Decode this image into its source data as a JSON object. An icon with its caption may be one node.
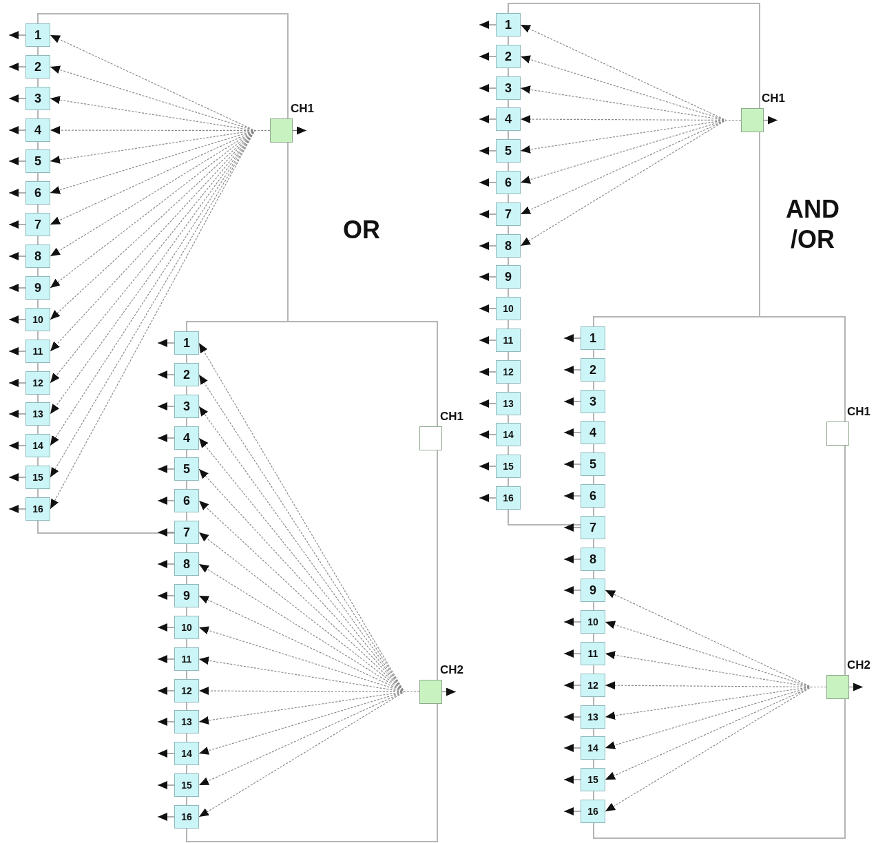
{
  "diagram": {
    "nodes": [
      {
        "text": [
          "1"
        ]
      },
      {
        "text": [
          "2"
        ]
      },
      {
        "text": [
          "3"
        ]
      },
      {
        "text": [
          "4"
        ]
      },
      {
        "text": [
          "5"
        ]
      },
      {
        "text": [
          "6"
        ]
      },
      {
        "text": [
          "7"
        ]
      },
      {
        "text": [
          "8"
        ]
      },
      {
        "text": [
          "9"
        ]
      },
      {
        "text": [
          "10"
        ]
      },
      {
        "text": [
          "11"
        ]
      },
      {
        "text": [
          "12"
        ]
      },
      {
        "text": [
          "13"
        ]
      },
      {
        "text": [
          "14"
        ]
      },
      {
        "text": [
          "15"
        ]
      },
      {
        "text": [
          "16"
        ]
      },
      {
        "text": [
          "CH1"
        ]
      },
      {
        "text": [
          "1"
        ]
      },
      {
        "text": [
          "2"
        ]
      },
      {
        "text": [
          "3"
        ]
      },
      {
        "text": [
          "4"
        ]
      },
      {
        "text": [
          "5"
        ]
      },
      {
        "text": [
          "6"
        ]
      },
      {
        "text": [
          "7"
        ]
      },
      {
        "text": [
          "8"
        ]
      },
      {
        "text": [
          "9"
        ]
      },
      {
        "text": [
          "10"
        ]
      },
      {
        "text": [
          "11"
        ]
      },
      {
        "text": [
          "12"
        ]
      },
      {
        "text": [
          "13"
        ]
      },
      {
        "text": [
          "14"
        ]
      },
      {
        "text": [
          "15"
        ]
      },
      {
        "text": [
          "16"
        ]
      },
      {
        "text": [
          "CH1"
        ]
      },
      {
        "text": [
          "CH2"
        ]
      },
      {
        "text": [
          "1"
        ]
      },
      {
        "text": [
          "2"
        ]
      },
      {
        "text": [
          "3"
        ]
      },
      {
        "text": [
          "4"
        ]
      },
      {
        "text": [
          "5"
        ]
      },
      {
        "text": [
          "6"
        ]
      },
      {
        "text": [
          "7"
        ]
      },
      {
        "text": [
          "8"
        ]
      },
      {
        "text": [
          "9"
        ]
      },
      {
        "text": [
          "10"
        ]
      },
      {
        "text": [
          "11"
        ]
      },
      {
        "text": [
          "12"
        ]
      },
      {
        "text": [
          "13"
        ]
      },
      {
        "text": [
          "14"
        ]
      },
      {
        "text": [
          "15"
        ]
      },
      {
        "text": [
          "16"
        ]
      },
      {
        "text": [
          "CH1"
        ]
      },
      {
        "text": [
          "1"
        ]
      },
      {
        "text": [
          "2"
        ]
      },
      {
        "text": [
          "3"
        ]
      },
      {
        "text": [
          "4"
        ]
      },
      {
        "text": [
          "5"
        ]
      },
      {
        "text": [
          "6"
        ]
      },
      {
        "text": [
          "7"
        ]
      },
      {
        "text": [
          "8"
        ]
      },
      {
        "text": [
          "9"
        ]
      },
      {
        "text": [
          "10"
        ]
      },
      {
        "text": [
          "11"
        ]
      },
      {
        "text": [
          "12"
        ]
      },
      {
        "text": [
          "13"
        ]
      },
      {
        "text": [
          "14"
        ]
      },
      {
        "text": [
          "15"
        ]
      },
      {
        "text": [
          "16"
        ]
      },
      {
        "text": [
          "CH1"
        ]
      },
      {
        "text": [
          "CH2"
        ]
      }
    ],
    "edges": [
      {
        "from": 0,
        "to": null,
        "arrow": "to"
      },
      {
        "from": 1,
        "to": null,
        "arrow": "to"
      },
      {
        "from": 2,
        "to": null,
        "arrow": "to"
      },
      {
        "from": 3,
        "to": null,
        "arrow": "to"
      },
      {
        "from": 4,
        "to": null,
        "arrow": "to"
      },
      {
        "from": 5,
        "to": null,
        "arrow": "to"
      },
      {
        "from": 6,
        "to": null,
        "arrow": "to"
      },
      {
        "from": 7,
        "to": null,
        "arrow": "to"
      },
      {
        "from": 8,
        "to": null,
        "arrow": "to"
      },
      {
        "from": 9,
        "to": null,
        "arrow": "to"
      },
      {
        "from": 10,
        "to": null,
        "arrow": "to"
      },
      {
        "from": 11,
        "to": null,
        "arrow": "to"
      },
      {
        "from": 12,
        "to": null,
        "arrow": "to"
      },
      {
        "from": 13,
        "to": null,
        "arrow": "to"
      },
      {
        "from": 14,
        "to": null,
        "arrow": "to"
      },
      {
        "from": 15,
        "to": null,
        "arrow": "to"
      },
      {
        "from": 16,
        "to": null,
        "arrow": "to"
      },
      {
        "from": 16,
        "to": 0,
        "arrow": "to",
        "style": "dashed"
      },
      {
        "from": 16,
        "to": 1,
        "arrow": "to",
        "style": "dashed"
      },
      {
        "from": 16,
        "to": 2,
        "arrow": "to",
        "style": "dashed"
      },
      {
        "from": 16,
        "to": 3,
        "arrow": "to",
        "style": "dashed"
      },
      {
        "from": 16,
        "to": 4,
        "arrow": "to",
        "style": "dashed"
      },
      {
        "from": 16,
        "to": 5,
        "arrow": "to",
        "style": "dashed"
      },
      {
        "from": 16,
        "to": 6,
        "arrow": "to",
        "style": "dashed"
      },
      {
        "from": 16,
        "to": 7,
        "arrow": "to",
        "style": "dashed"
      },
      {
        "from": 16,
        "to": 8,
        "arrow": "to",
        "style": "dashed"
      },
      {
        "from": 16,
        "to": 9,
        "arrow": "to",
        "style": "dashed"
      },
      {
        "from": 16,
        "to": 10,
        "arrow": "to",
        "style": "dashed"
      },
      {
        "from": 16,
        "to": 11,
        "arrow": "to",
        "style": "dashed"
      },
      {
        "from": 16,
        "to": 12,
        "arrow": "to",
        "style": "dashed"
      },
      {
        "from": 16,
        "to": 13,
        "arrow": "to",
        "style": "dashed"
      },
      {
        "from": 16,
        "to": 14,
        "arrow": "to",
        "style": "dashed"
      },
      {
        "from": 16,
        "to": 15,
        "arrow": "to",
        "style": "dashed"
      },
      {
        "from": 17,
        "to": null,
        "arrow": "to"
      },
      {
        "from": 18,
        "to": null,
        "arrow": "to"
      },
      {
        "from": 19,
        "to": null,
        "arrow": "to"
      },
      {
        "from": 20,
        "to": null,
        "arrow": "to"
      },
      {
        "from": 21,
        "to": null,
        "arrow": "to"
      },
      {
        "from": 22,
        "to": null,
        "arrow": "to"
      },
      {
        "from": 23,
        "to": null,
        "arrow": "to"
      },
      {
        "from": 24,
        "to": null,
        "arrow": "to"
      },
      {
        "from": 25,
        "to": null,
        "arrow": "to"
      },
      {
        "from": 26,
        "to": null,
        "arrow": "to"
      },
      {
        "from": 27,
        "to": null,
        "arrow": "to"
      },
      {
        "from": 28,
        "to": null,
        "arrow": "to"
      },
      {
        "from": 29,
        "to": null,
        "arrow": "to"
      },
      {
        "from": 30,
        "to": null,
        "arrow": "to"
      },
      {
        "from": 31,
        "to": null,
        "arrow": "to"
      },
      {
        "from": 32,
        "to": null,
        "arrow": "to"
      },
      {
        "from": 34,
        "to": null,
        "arrow": "to"
      },
      {
        "from": 34,
        "to": 17,
        "arrow": "to",
        "style": "dashed"
      },
      {
        "from": 34,
        "to": 18,
        "arrow": "to",
        "style": "dashed"
      },
      {
        "from": 34,
        "to": 19,
        "arrow": "to",
        "style": "dashed"
      },
      {
        "from": 34,
        "to": 20,
        "arrow": "to",
        "style": "dashed"
      },
      {
        "from": 34,
        "to": 21,
        "arrow": "to",
        "style": "dashed"
      },
      {
        "from": 34,
        "to": 22,
        "arrow": "to",
        "style": "dashed"
      },
      {
        "from": 34,
        "to": 23,
        "arrow": "to",
        "style": "dashed"
      },
      {
        "from": 34,
        "to": 24,
        "arrow": "to",
        "style": "dashed"
      },
      {
        "from": 34,
        "to": 25,
        "arrow": "to",
        "style": "dashed"
      },
      {
        "from": 34,
        "to": 26,
        "arrow": "to",
        "style": "dashed"
      },
      {
        "from": 34,
        "to": 27,
        "arrow": "to",
        "style": "dashed"
      },
      {
        "from": 34,
        "to": 28,
        "arrow": "to",
        "style": "dashed"
      },
      {
        "from": 34,
        "to": 29,
        "arrow": "to",
        "style": "dashed"
      },
      {
        "from": 34,
        "to": 30,
        "arrow": "to",
        "style": "dashed"
      },
      {
        "from": 34,
        "to": 31,
        "arrow": "to",
        "style": "dashed"
      },
      {
        "from": 34,
        "to": 32,
        "arrow": "to",
        "style": "dashed"
      },
      {
        "from": 35,
        "to": null,
        "arrow": "to"
      },
      {
        "from": 36,
        "to": null,
        "arrow": "to"
      },
      {
        "from": 37,
        "to": null,
        "arrow": "to"
      },
      {
        "from": 38,
        "to": null,
        "arrow": "to"
      },
      {
        "from": 39,
        "to": null,
        "arrow": "to"
      },
      {
        "from": 40,
        "to": null,
        "arrow": "to"
      },
      {
        "from": 41,
        "to": null,
        "arrow": "to"
      },
      {
        "from": 42,
        "to": null,
        "arrow": "to"
      },
      {
        "from": 43,
        "to": null,
        "arrow": "to"
      },
      {
        "from": 44,
        "to": null,
        "arrow": "to"
      },
      {
        "from": 45,
        "to": null,
        "arrow": "to"
      },
      {
        "from": 46,
        "to": null,
        "arrow": "to"
      },
      {
        "from": 47,
        "to": null,
        "arrow": "to"
      },
      {
        "from": 48,
        "to": null,
        "arrow": "to"
      },
      {
        "from": 49,
        "to": null,
        "arrow": "to"
      },
      {
        "from": 50,
        "to": null,
        "arrow": "to"
      },
      {
        "from": 51,
        "to": null,
        "arrow": "to"
      },
      {
        "from": 51,
        "to": 35,
        "arrow": "to",
        "style": "dashed"
      },
      {
        "from": 51,
        "to": 36,
        "arrow": "to",
        "style": "dashed"
      },
      {
        "from": 51,
        "to": 37,
        "arrow": "to",
        "style": "dashed"
      },
      {
        "from": 51,
        "to": 38,
        "arrow": "to",
        "style": "dashed"
      },
      {
        "from": 51,
        "to": 39,
        "arrow": "to",
        "style": "dashed"
      },
      {
        "from": 51,
        "to": 40,
        "arrow": "to",
        "style": "dashed"
      },
      {
        "from": 51,
        "to": 41,
        "arrow": "to",
        "style": "dashed"
      },
      {
        "from": 51,
        "to": 42,
        "arrow": "to",
        "style": "dashed"
      },
      {
        "from": 52,
        "to": null,
        "arrow": "to"
      },
      {
        "from": 53,
        "to": null,
        "arrow": "to"
      },
      {
        "from": 54,
        "to": null,
        "arrow": "to"
      },
      {
        "from": 55,
        "to": null,
        "arrow": "to"
      },
      {
        "from": 56,
        "to": null,
        "arrow": "to"
      },
      {
        "from": 57,
        "to": null,
        "arrow": "to"
      },
      {
        "from": 58,
        "to": null,
        "arrow": "to"
      },
      {
        "from": 59,
        "to": null,
        "arrow": "to"
      },
      {
        "from": 60,
        "to": null,
        "arrow": "to"
      },
      {
        "from": 61,
        "to": null,
        "arrow": "to"
      },
      {
        "from": 62,
        "to": null,
        "arrow": "to"
      },
      {
        "from": 63,
        "to": null,
        "arrow": "to"
      },
      {
        "from": 64,
        "to": null,
        "arrow": "to"
      },
      {
        "from": 65,
        "to": null,
        "arrow": "to"
      },
      {
        "from": 66,
        "to": null,
        "arrow": "to"
      },
      {
        "from": 67,
        "to": null,
        "arrow": "to"
      },
      {
        "from": 69,
        "to": null,
        "arrow": "to"
      },
      {
        "from": 69,
        "to": 60,
        "arrow": "to",
        "style": "dashed"
      },
      {
        "from": 69,
        "to": 61,
        "arrow": "to",
        "style": "dashed"
      },
      {
        "from": 69,
        "to": 62,
        "arrow": "to",
        "style": "dashed"
      },
      {
        "from": 69,
        "to": 63,
        "arrow": "to",
        "style": "dashed"
      },
      {
        "from": 69,
        "to": 64,
        "arrow": "to",
        "style": "dashed"
      },
      {
        "from": 69,
        "to": 65,
        "arrow": "to",
        "style": "dashed"
      },
      {
        "from": 69,
        "to": 66,
        "arrow": "to",
        "style": "dashed"
      },
      {
        "from": 69,
        "to": 67,
        "arrow": "to",
        "style": "dashed"
      }
    ],
    "labels": [
      "OR",
      "AND /OR"
    ]
  }
}
